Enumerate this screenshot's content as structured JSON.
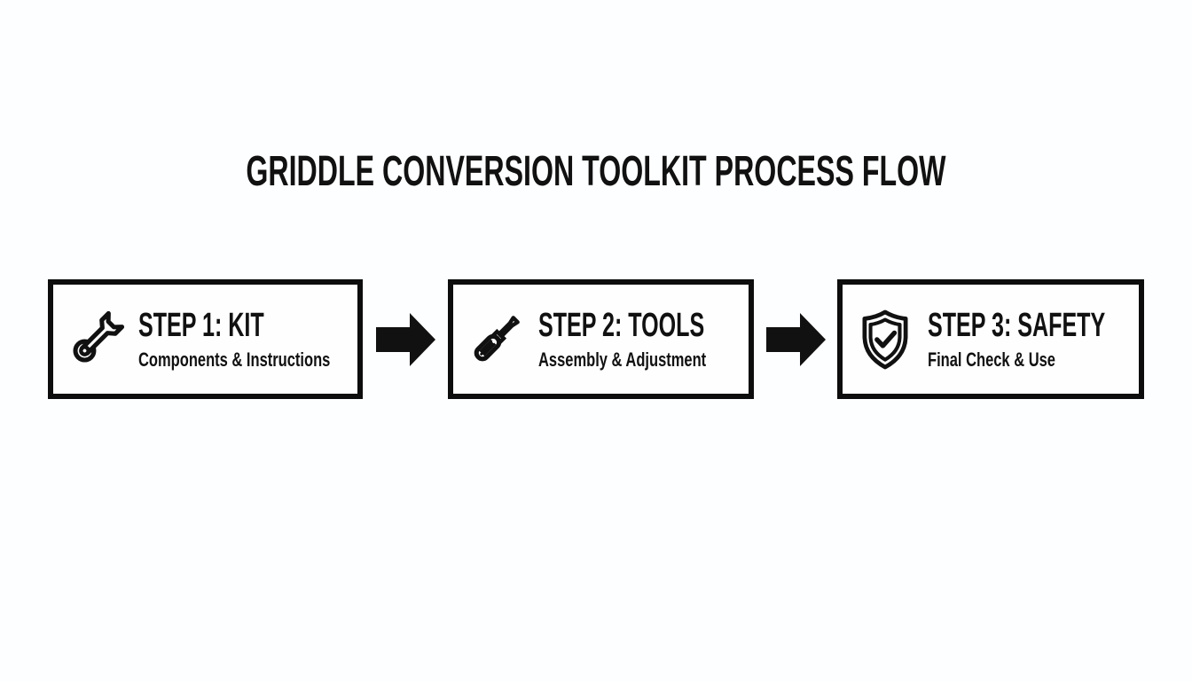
{
  "page": {
    "title": "GRIDDLE CONVERSION TOOLKIT PROCESS FLOW"
  },
  "colors": {
    "ink": "#111111",
    "box_border": "#0d0d0d",
    "background": "#fdfeff"
  },
  "steps": [
    {
      "icon": "wrench-icon",
      "title": "STEP 1: KIT",
      "subtitle": "Components & Instructions"
    },
    {
      "icon": "screwdriver-icon",
      "title": "STEP 2: TOOLS",
      "subtitle": "Assembly & Adjustment"
    },
    {
      "icon": "shield-check-icon",
      "title": "STEP 3: SAFETY",
      "subtitle": "Final Check & Use"
    }
  ],
  "connectors": [
    {
      "icon": "arrow-right-icon"
    },
    {
      "icon": "arrow-right-icon"
    }
  ]
}
